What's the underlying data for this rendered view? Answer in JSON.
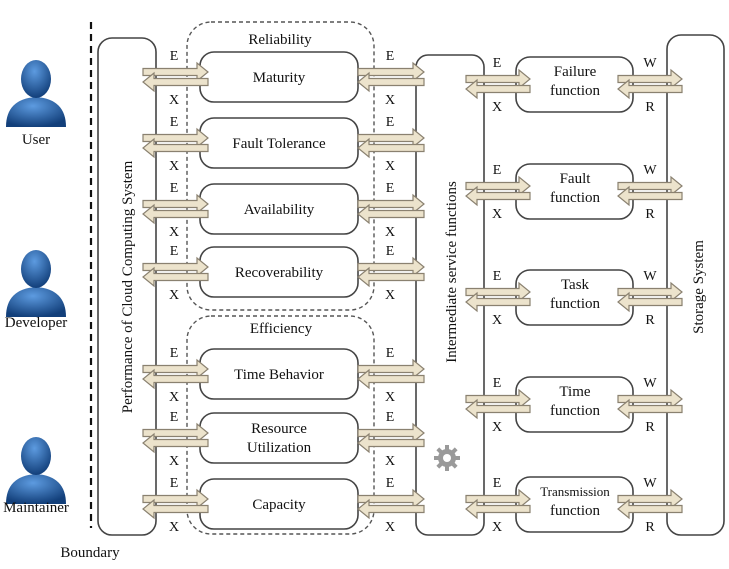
{
  "actors": [
    {
      "label": "User"
    },
    {
      "label": "Developer"
    },
    {
      "label": "Maintainer"
    }
  ],
  "boundary_label": "Boundary",
  "system_label": "Performance of Cloud Computing System",
  "intermediate_label": "Intermediate service functions",
  "storage_label": "Storage System",
  "groups": {
    "reliability": "Reliability",
    "efficiency": "Efficiency"
  },
  "attributes": [
    {
      "lines": [
        "Maturity"
      ]
    },
    {
      "lines": [
        "Fault Tolerance"
      ]
    },
    {
      "lines": [
        "Availability"
      ]
    },
    {
      "lines": [
        "Recoverability"
      ]
    },
    {
      "lines": [
        "Time Behavior"
      ]
    },
    {
      "lines": [
        "Resource",
        "Utilization"
      ]
    },
    {
      "lines": [
        "Capacity"
      ]
    }
  ],
  "functions": [
    {
      "lines": [
        "Failure",
        "function"
      ]
    },
    {
      "lines": [
        "Fault",
        "function"
      ]
    },
    {
      "lines": [
        "Task",
        "function"
      ]
    },
    {
      "lines": [
        "Time",
        "function"
      ]
    },
    {
      "lines": [
        "Transmission",
        "function"
      ]
    }
  ],
  "arrow_labels": {
    "exec": "E",
    "exit": "X",
    "write": "W",
    "read": "R"
  },
  "colors": {
    "arrow_fill": "#ece3cc",
    "arrow_stroke": "#8a8170",
    "actor_blue": "#1f5fa8"
  }
}
